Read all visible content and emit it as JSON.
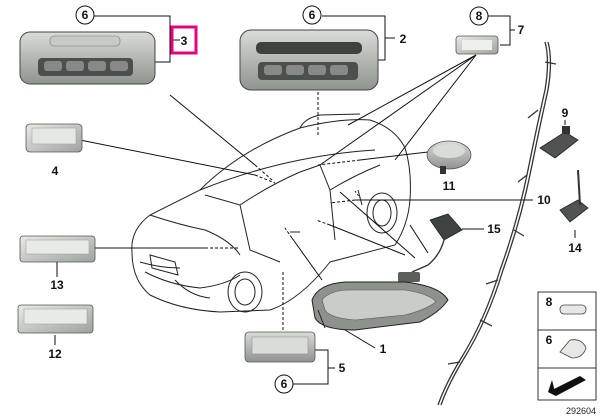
{
  "labels": {
    "n6a": "6",
    "n3": "3",
    "n6b": "6",
    "n2": "2",
    "n8a": "8",
    "n7": "7",
    "n9": "9",
    "n4": "4",
    "n11": "11",
    "n10": "10",
    "n15": "15",
    "n14": "14",
    "n13": "13",
    "n12": "12",
    "n1": "1",
    "n5": "5",
    "n6c": "6",
    "legend_8": "8",
    "legend_6": "6"
  },
  "reference_number": "292604",
  "colors": {
    "highlight": "#e6007e",
    "line": "#111111",
    "part_fill": "#b9bdb8",
    "part_dark": "#5a5f5b"
  }
}
